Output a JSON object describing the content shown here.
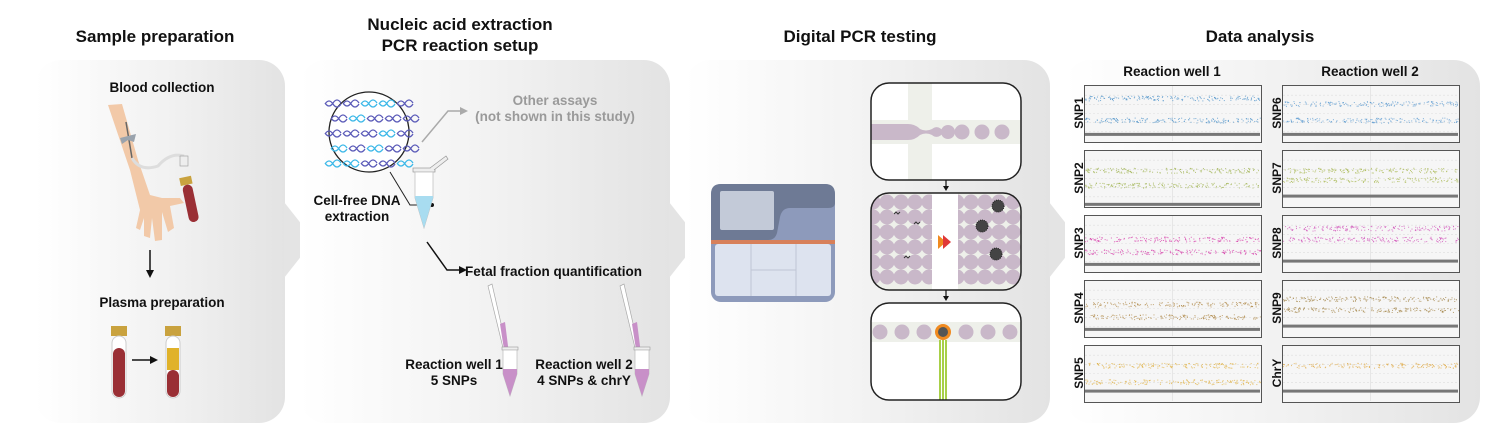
{
  "stages": [
    {
      "title": "Sample preparation"
    },
    {
      "title_line1": "Nucleic acid extraction",
      "title_line2": "PCR reaction setup"
    },
    {
      "title": "Digital PCR testing"
    },
    {
      "title": "Data analysis"
    }
  ],
  "sample_prep": {
    "blood_collection": "Blood collection",
    "plasma_preparation": "Plasma preparation"
  },
  "extraction": {
    "other_assays_line1": "Other assays",
    "other_assays_line2": "(not shown in this study)",
    "cfdna_line1": "Cell-free DNA",
    "cfdna_line2": "extraction",
    "fetal_fraction": "Fetal fraction quantification",
    "well1_line1": "Reaction well 1",
    "well1_line2": "5 SNPs",
    "well2_line1": "Reaction well 2",
    "well2_line2": "4 SNPs & chrY"
  },
  "analysis": {
    "well1_title": "Reaction well 1",
    "well2_title": "Reaction well 2",
    "plots": [
      {
        "label": "SNP1",
        "color": "#4a90c8",
        "bands": [
          0.22,
          0.62
        ],
        "baseline": 0.88
      },
      {
        "label": "SNP2",
        "color": "#9cb04a",
        "bands": [
          0.35,
          0.62
        ],
        "baseline": 0.97
      },
      {
        "label": "SNP3",
        "color": "#d63aa8",
        "bands": [
          0.42,
          0.65
        ],
        "baseline": 0.88
      },
      {
        "label": "SNP4",
        "color": "#b08a4a",
        "bands": [
          0.42,
          0.65
        ],
        "baseline": 0.88
      },
      {
        "label": "SNP5",
        "color": "#e0b040",
        "bands": [
          0.35,
          0.65
        ],
        "baseline": 0.82
      },
      {
        "label": "SNP6",
        "color": "#5a9ad0",
        "bands": [
          0.32,
          0.62
        ],
        "baseline": 0.88
      },
      {
        "label": "SNP7",
        "color": "#a8b850",
        "bands": [
          0.35,
          0.52
        ],
        "baseline": 0.82
      },
      {
        "label": "SNP8",
        "color": "#d050b8",
        "bands": [
          0.22,
          0.42
        ],
        "baseline": 0.82
      },
      {
        "label": "SNP9",
        "color": "#a08040",
        "bands": [
          0.32,
          0.52
        ],
        "baseline": 0.82
      },
      {
        "label": "ChrY",
        "color": "#e0a840",
        "bands": [
          0.35
        ],
        "baseline": 0.82
      }
    ]
  },
  "colors": {
    "blood": "#9a2f35",
    "plasma": "#e0b22a",
    "cap": "#c9a23e",
    "droplet": "#c9b8c9",
    "instrument_body": "#6e7a95",
    "instrument_stripe": "#d7805a",
    "instrument_panel": "#dde3ef",
    "tube_liquid_blue": "#a8dcf0",
    "tube_liquid_pink": "#c890c8",
    "dna_dark": "#5a5ab8",
    "dna_light": "#3cb8e8",
    "fluor_green": "#a8d048",
    "arrow_orange": "#f08a20",
    "arrow_red": "#e03838"
  }
}
